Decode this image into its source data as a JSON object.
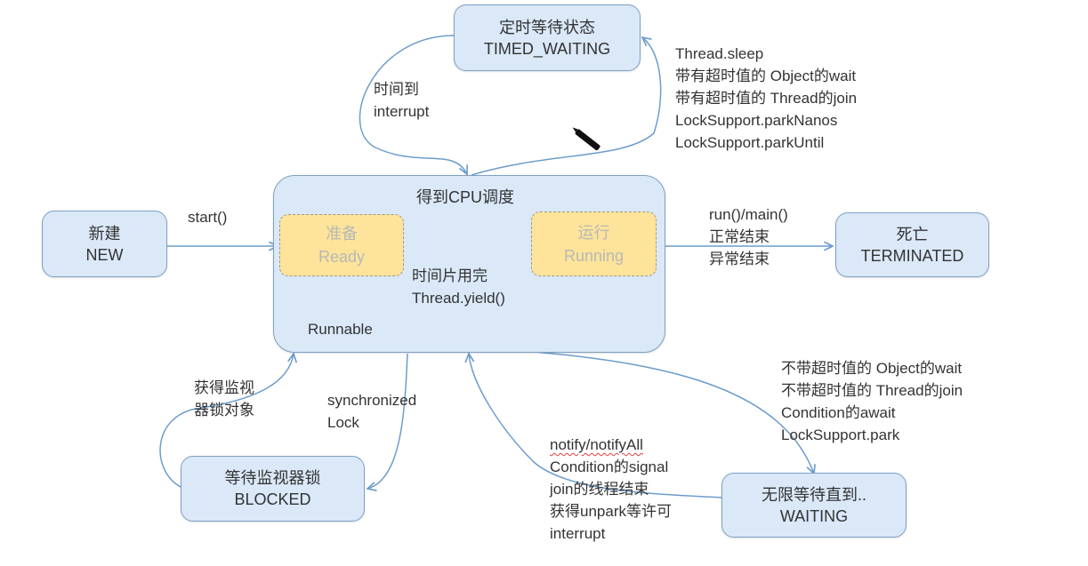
{
  "diagram": {
    "title": "Java Thread States",
    "colors": {
      "state_fill": "#dae8f8",
      "state_border": "#7ea0c4",
      "substate_fill": "#fde49a",
      "edge": "#6d9ccc",
      "text": "#333333",
      "faded_text": "#b8b8b8"
    },
    "states": {
      "new": {
        "cn": "新建",
        "en": "NEW"
      },
      "runnable": {
        "header": "得到CPU调度",
        "name": "Runnable"
      },
      "ready": {
        "cn": "准备",
        "en": "Ready"
      },
      "running": {
        "cn": "运行",
        "en": "Running"
      },
      "terminated": {
        "cn": "死亡",
        "en": "TERMINATED"
      },
      "timed_waiting": {
        "cn": "定时等待状态",
        "en": "TIMED_WAITING"
      },
      "blocked": {
        "cn": "等待监视器锁",
        "en": "BLOCKED"
      },
      "waiting": {
        "cn": "无限等待直到..",
        "en": "WAITING"
      }
    },
    "transitions": {
      "new_to_runnable": [
        "start()"
      ],
      "running_to_ready": [
        "时间片用完",
        "Thread.yield()"
      ],
      "running_to_terminated": [
        "run()/main()",
        "正常结束",
        "异常结束"
      ],
      "runnable_to_timed_waiting": [
        "Thread.sleep",
        "带有超时值的 Object的wait",
        "带有超时值的 Thread的join",
        "LockSupport.parkNanos",
        "LockSupport.parkUntil"
      ],
      "timed_waiting_to_runnable": [
        "时间到",
        "interrupt"
      ],
      "runnable_to_blocked": [
        "synchronized",
        "Lock"
      ],
      "blocked_to_runnable": [
        "获得监视",
        "器锁对象"
      ],
      "runnable_to_waiting": [
        "不带超时值的 Object的wait",
        "不带超时值的 Thread的join",
        "Condition的await",
        "LockSupport.park"
      ],
      "waiting_to_runnable": [
        "notify/notifyAll",
        "Condition的signal",
        "join的线程结束",
        "获得unpark等许可",
        "interrupt"
      ]
    },
    "cursor_icon": "pen-cursor-icon"
  }
}
